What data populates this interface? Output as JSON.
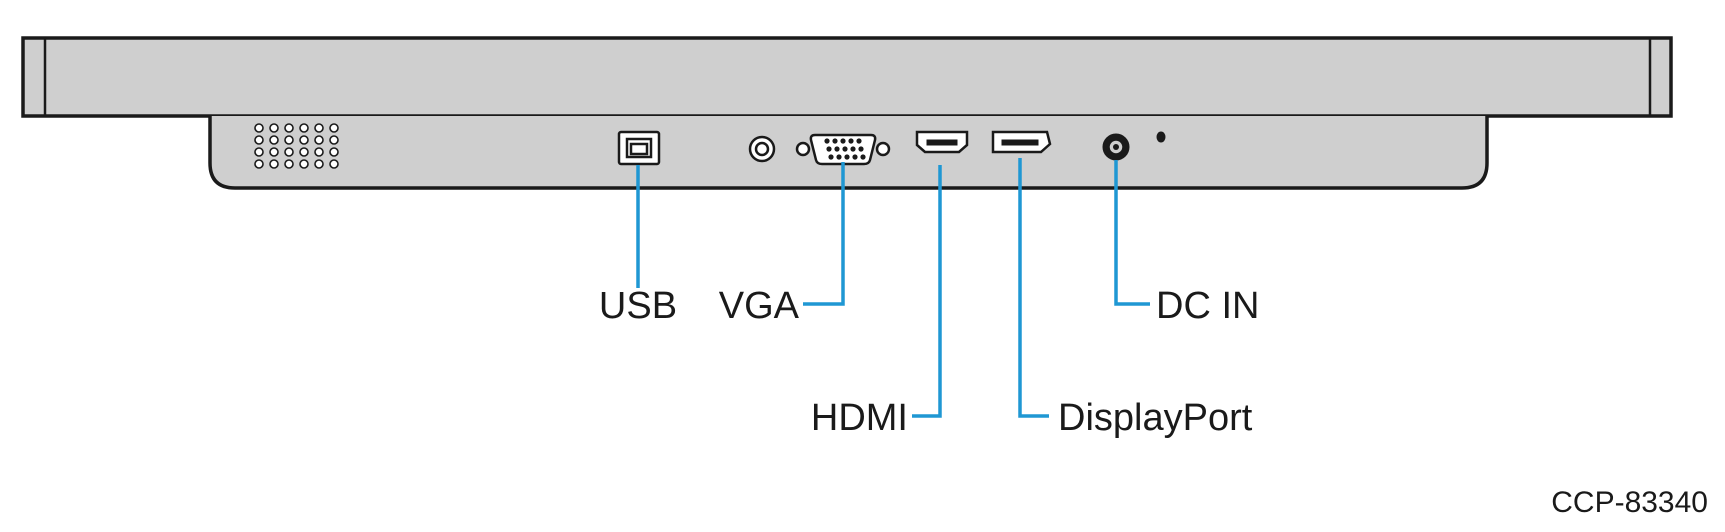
{
  "diagram": {
    "ports": {
      "usb": "USB",
      "vga": "VGA",
      "hdmi": "HDMI",
      "displayport": "DisplayPort",
      "dc_in": "DC IN"
    },
    "figure_code": "CCP-83340"
  },
  "colors": {
    "callout_line": "#1f97d3",
    "housing_fill": "#cfcfcf",
    "outline": "#1a1a1a"
  }
}
